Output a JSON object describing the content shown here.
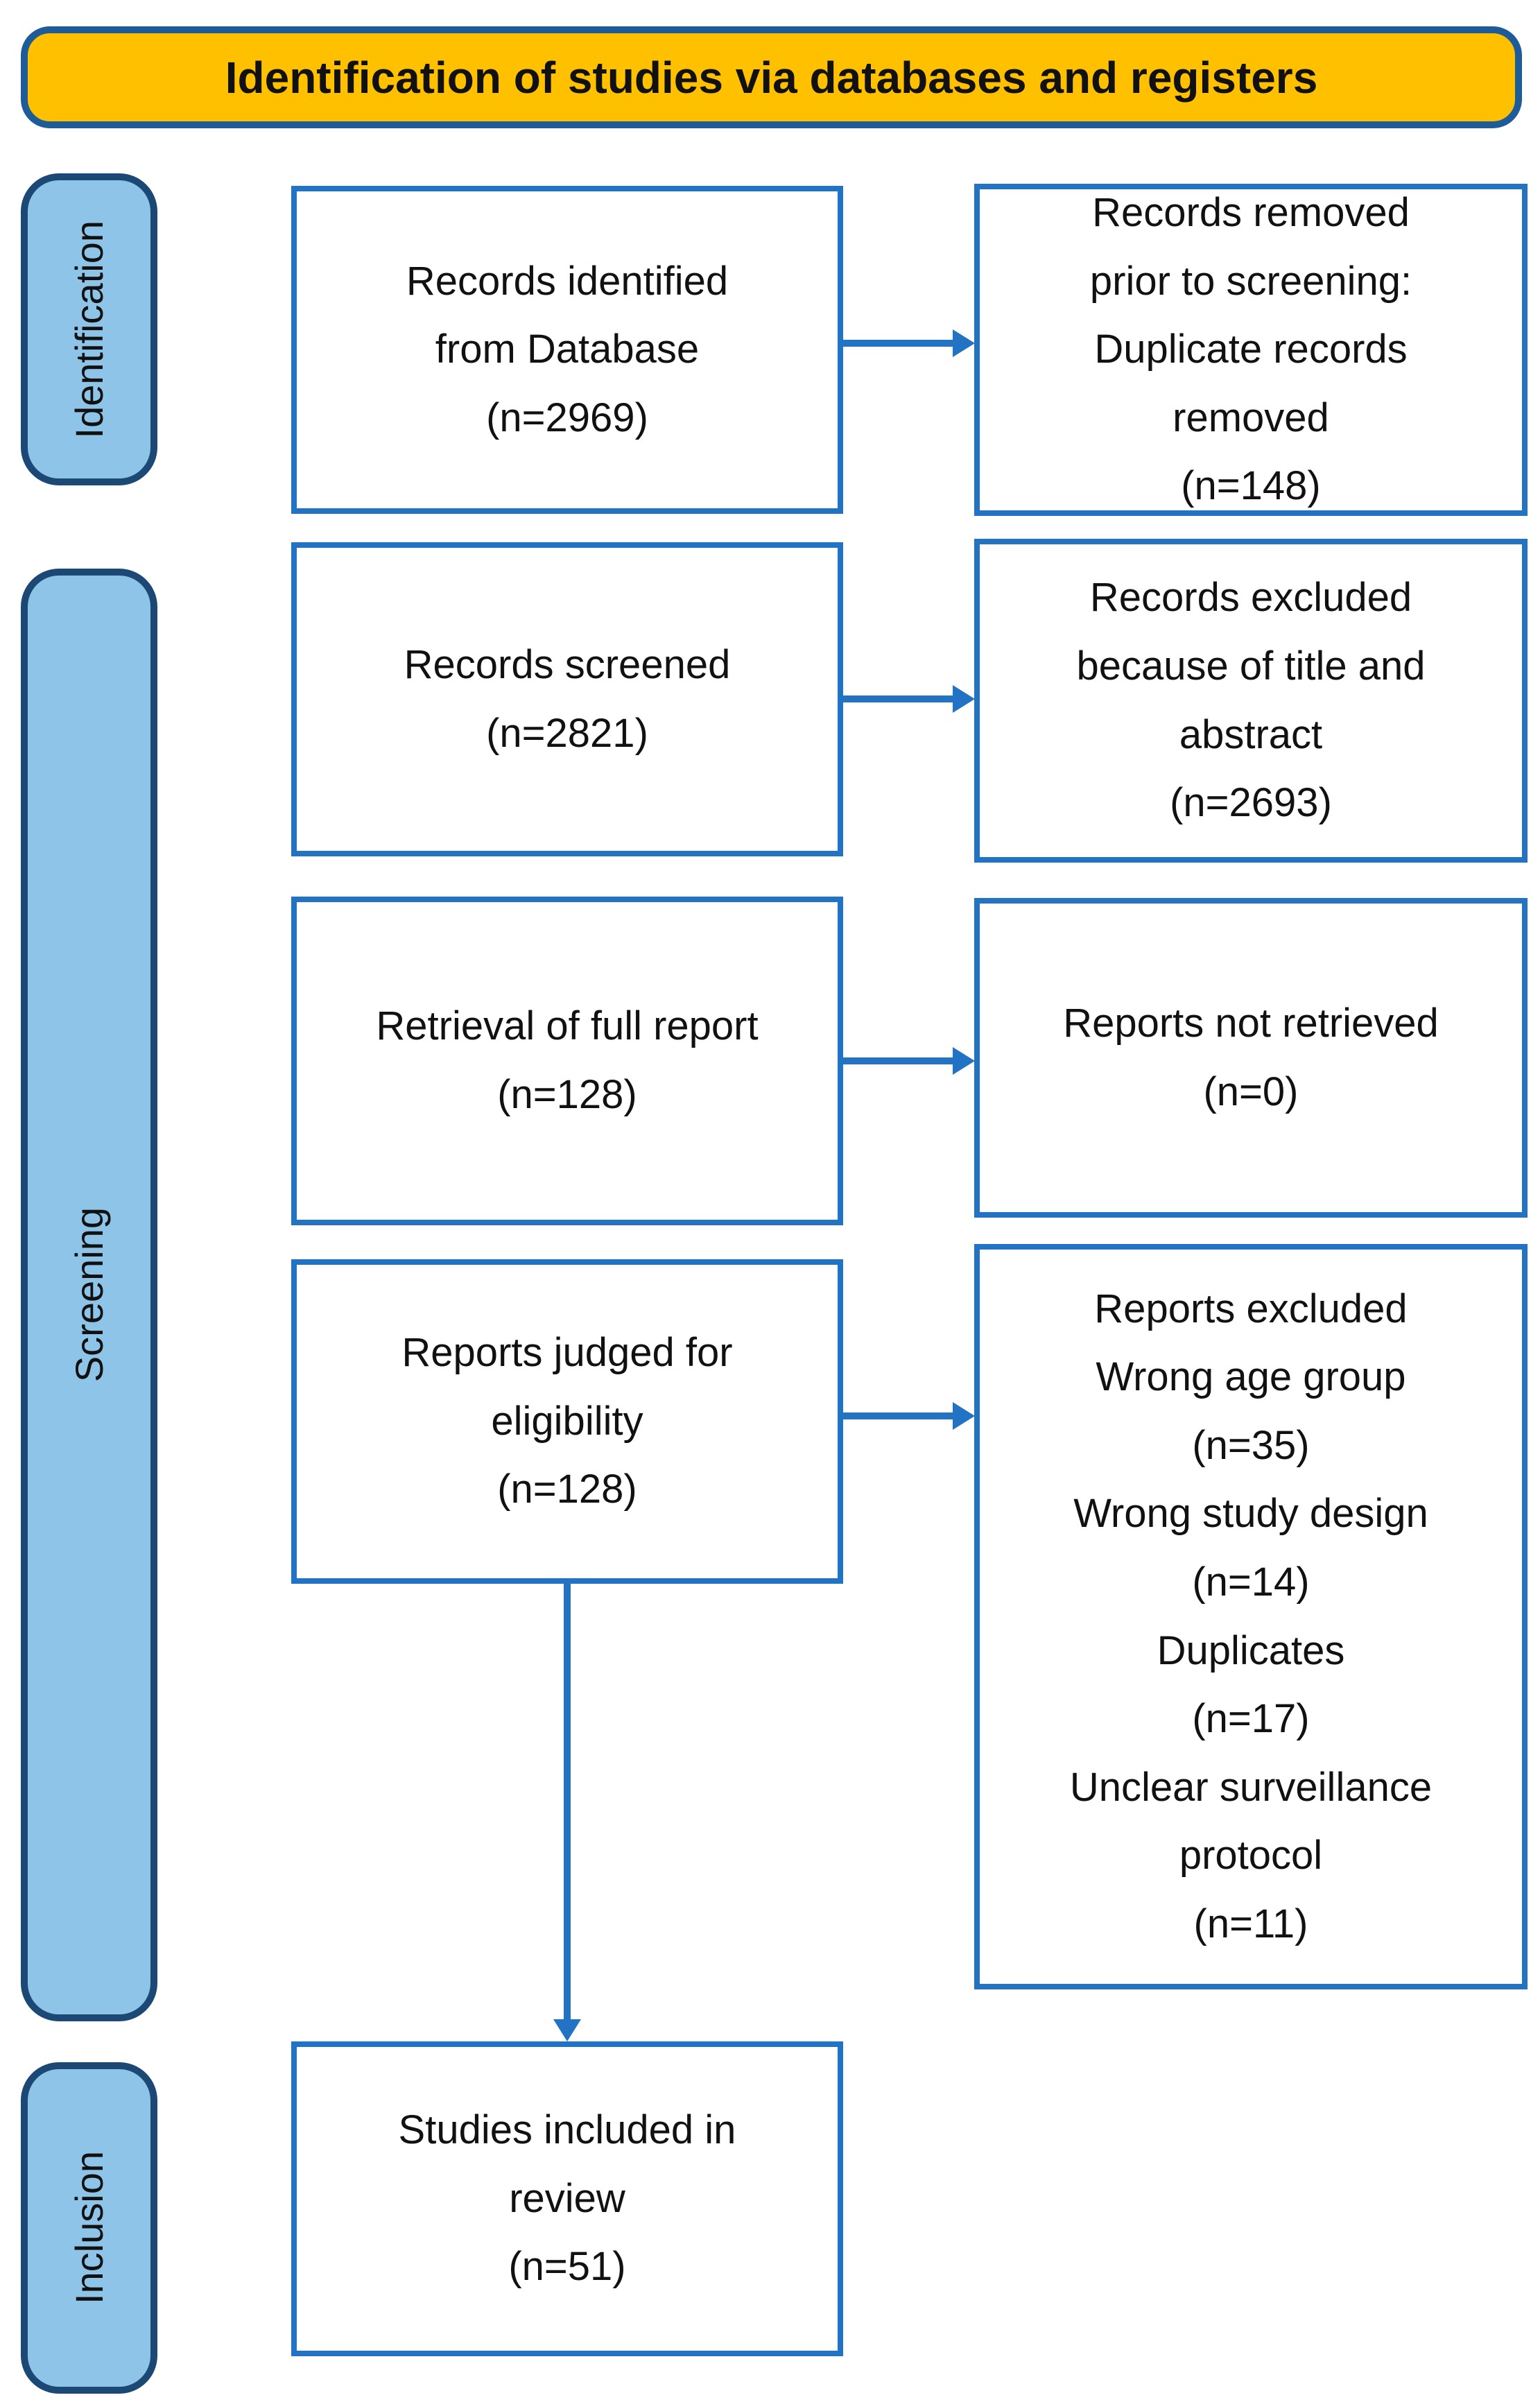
{
  "header": {
    "title": "Identification of studies via databases and registers"
  },
  "sidebar": {
    "stages": [
      {
        "label": "Identification"
      },
      {
        "label": "Screening"
      },
      {
        "label": "Inclusion"
      }
    ]
  },
  "flow": {
    "records_identified": "Records identified\nfrom Database\n(n=2969)",
    "records_removed": "Records removed\nprior to screening:\nDuplicate records\nremoved\n(n=148)",
    "records_screened": "Records screened\n(n=2821)",
    "records_excluded": "Records excluded\nbecause of title and\nabstract\n(n=2693)",
    "retrieval_full_report": "Retrieval of full report\n(n=128)",
    "reports_not_retrieved": "Reports not retrieved\n(n=0)",
    "reports_judged": "Reports judged for\neligibility\n(n=128)",
    "reports_excluded": "Reports excluded\nWrong age group\n(n=35)\nWrong study design\n(n=14)\nDuplicates\n(n=17)\nUnclear surveillance\nprotocol\n(n=11)",
    "studies_included": "Studies included in\nreview\n(n=51)"
  },
  "colors": {
    "header_fill": "#FFC000",
    "header_border": "#1E5C99",
    "sidebar_fill": "#8EC4E8",
    "sidebar_border": "#1C4875",
    "box_border": "#2273C4",
    "arrow_color": "#2273C4",
    "text_color": "#111111"
  }
}
